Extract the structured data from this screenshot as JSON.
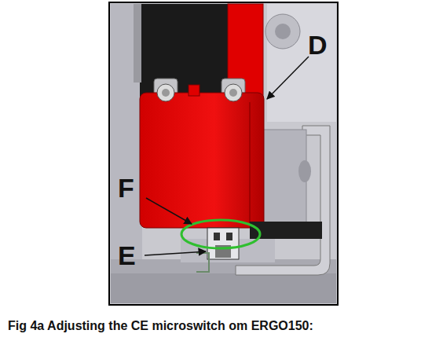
{
  "diagram": {
    "caption": "Fig 4a Adjusting the CE microswitch om ERGO150:",
    "labels": [
      "D",
      "F",
      "E"
    ]
  }
}
